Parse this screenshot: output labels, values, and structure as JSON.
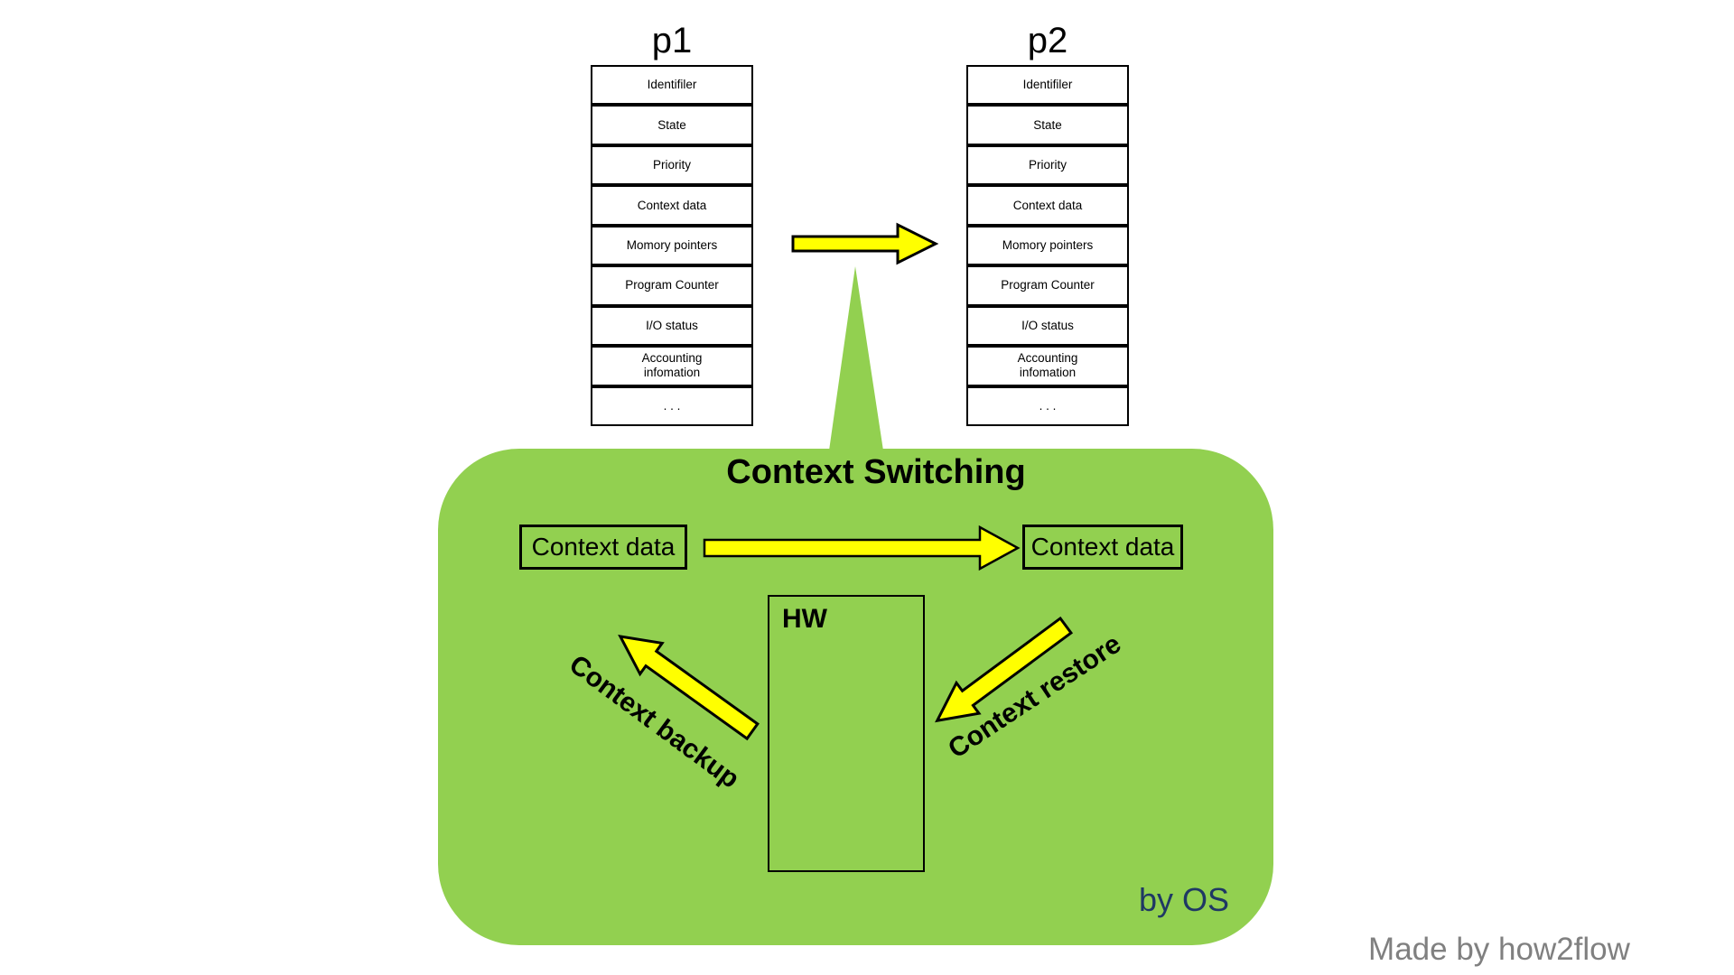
{
  "colors": {
    "green": "#92D050",
    "yellow": "#FFFF00",
    "navy": "#1F3864",
    "gray": "#808080",
    "black": "#000000"
  },
  "processes": [
    {
      "title": "p1",
      "rows": [
        "Identifiler",
        "State",
        "Priority",
        "Context data",
        "Momory pointers",
        "Program Counter",
        "I/O status",
        "Accounting\ninfomation",
        ". . ."
      ]
    },
    {
      "title": "p2",
      "rows": [
        "Identifiler",
        "State",
        "Priority",
        "Context data",
        "Momory pointers",
        "Program Counter",
        "I/O status",
        "Accounting\ninfomation",
        ". . ."
      ]
    }
  ],
  "switching": {
    "title": "Context Switching",
    "left_context_box": "Context data",
    "right_context_box": "Context data",
    "hw_label": "HW",
    "backup_arrow_label": "Context backup",
    "restore_arrow_label": "Context restore",
    "author_label": "by OS"
  },
  "credit": "Made by how2flow"
}
